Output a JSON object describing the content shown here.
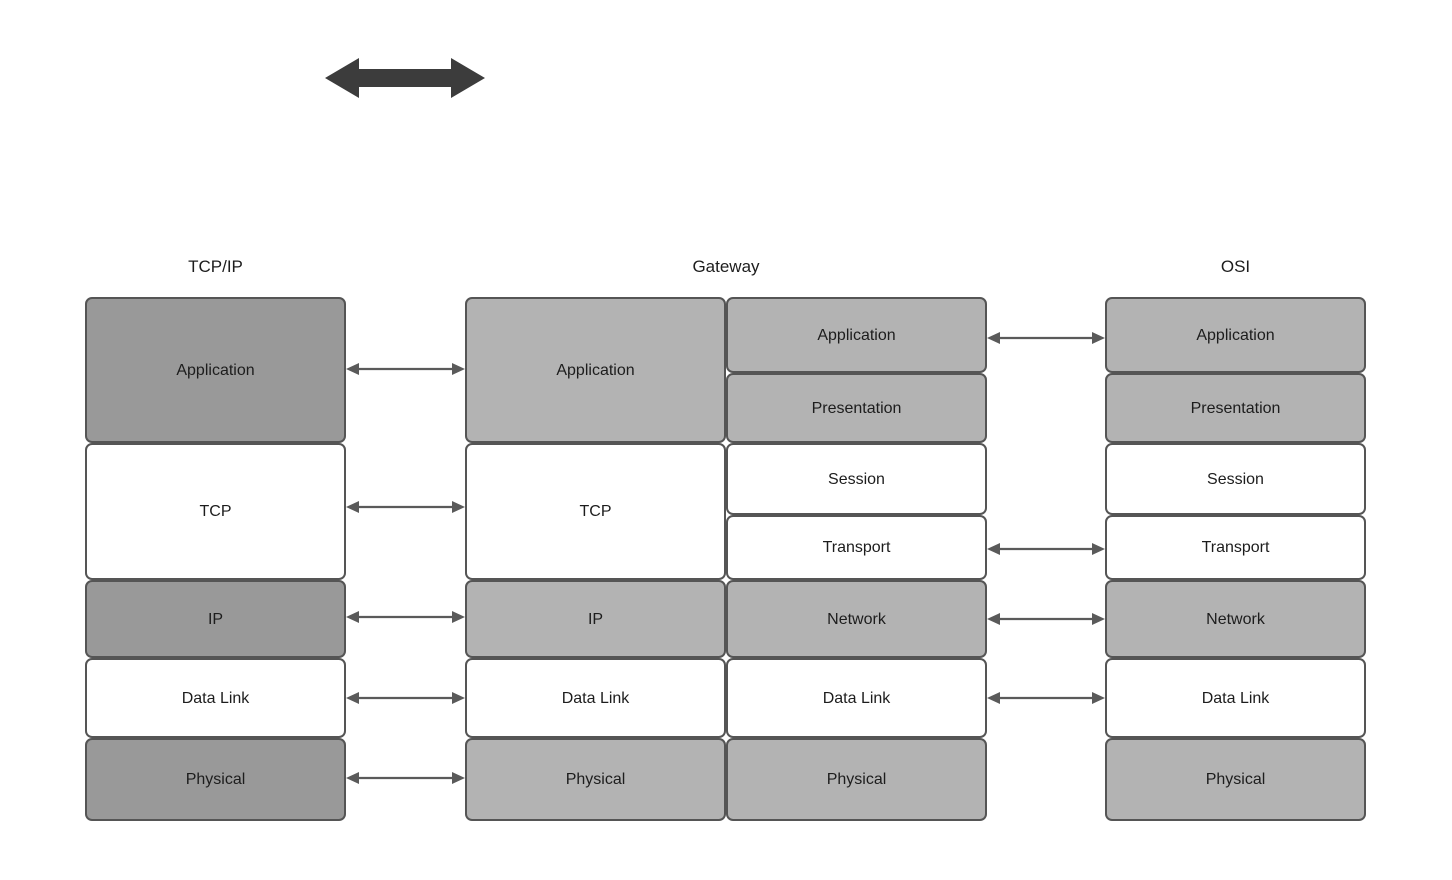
{
  "diagram": {
    "title_arrow": "bidirectional-communication-arrow",
    "columns": [
      {
        "id": "tcpip",
        "caption": "TCP/IP"
      },
      {
        "id": "gateway",
        "caption": "Gateway"
      },
      {
        "id": "osi",
        "caption": "OSI"
      }
    ]
  },
  "tcpip": {
    "caption": "TCP/IP",
    "layers": [
      {
        "label": "Application",
        "fill": "#999999"
      },
      {
        "label": "TCP",
        "fill": "#ffffff"
      },
      {
        "label": "IP",
        "fill": "#999999"
      },
      {
        "label": "Data Link",
        "fill": "#ffffff"
      },
      {
        "label": "Physical",
        "fill": "#999999"
      }
    ]
  },
  "gateway": {
    "caption": "Gateway",
    "left_stack": [
      {
        "label": "Application",
        "fill": "#b3b3b3"
      },
      {
        "label": "TCP",
        "fill": "#ffffff"
      },
      {
        "label": "IP",
        "fill": "#b3b3b3"
      },
      {
        "label": "Data Link",
        "fill": "#ffffff"
      },
      {
        "label": "Physical",
        "fill": "#b3b3b3"
      }
    ],
    "right_stack": [
      {
        "label": "Application",
        "fill": "#b3b3b3"
      },
      {
        "label": "Presentation",
        "fill": "#b3b3b3"
      },
      {
        "label": "Session",
        "fill": "#ffffff"
      },
      {
        "label": "Transport",
        "fill": "#ffffff"
      },
      {
        "label": "Network",
        "fill": "#b3b3b3"
      },
      {
        "label": "Data Link",
        "fill": "#ffffff"
      },
      {
        "label": "Physical",
        "fill": "#b3b3b3"
      }
    ]
  },
  "osi": {
    "caption": "OSI",
    "layers": [
      {
        "label": "Application",
        "fill": "#b3b3b3"
      },
      {
        "label": "Presentation",
        "fill": "#b3b3b3"
      },
      {
        "label": "Session",
        "fill": "#ffffff"
      },
      {
        "label": "Transport",
        "fill": "#ffffff"
      },
      {
        "label": "Network",
        "fill": "#b3b3b3"
      },
      {
        "label": "Data Link",
        "fill": "#ffffff"
      },
      {
        "label": "Physical",
        "fill": "#b3b3b3"
      }
    ]
  },
  "connectors": {
    "left_pairs": [
      "Application",
      "TCP",
      "IP",
      "Data Link",
      "Physical"
    ],
    "right_pairs": [
      "Application",
      "Transport",
      "Network",
      "Data Link"
    ]
  },
  "colors": {
    "arrow_block": "#3c3c3c",
    "connector_line": "#5a5a5a",
    "cell_border": "#555555",
    "fill_light_gray": "#b3b3b3",
    "fill_dark_gray": "#999999",
    "fill_white": "#ffffff",
    "text": "#1d1d1d"
  }
}
